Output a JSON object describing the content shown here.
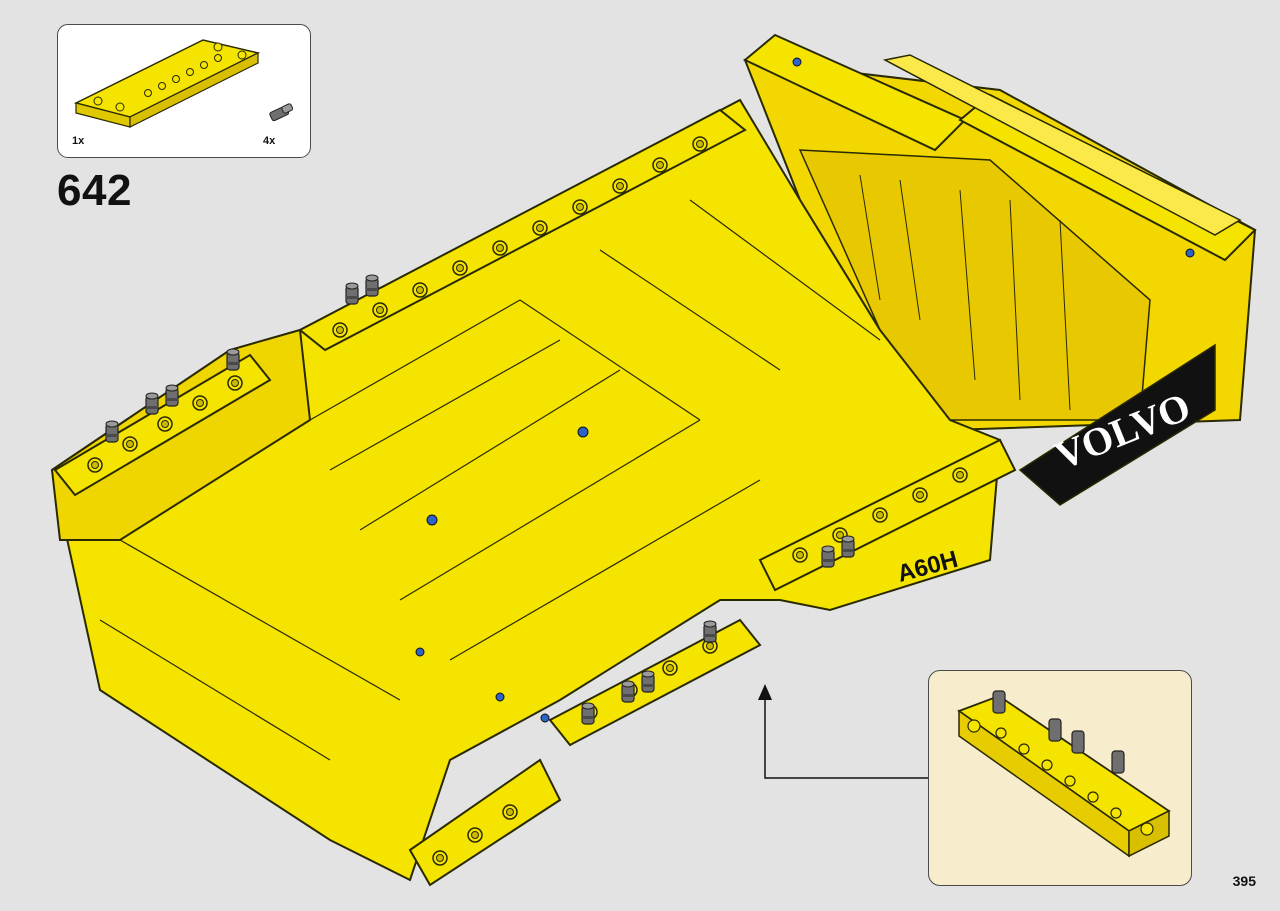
{
  "parts_list": {
    "items": [
      {
        "name": "yellow-beam-panel",
        "quantity": "1x"
      },
      {
        "name": "grey-friction-pin",
        "quantity": "4x"
      }
    ]
  },
  "step": {
    "number": "642"
  },
  "model": {
    "brand_decal": "VOLVO",
    "model_decal": "A60H"
  },
  "page": {
    "number": "395"
  },
  "colors": {
    "background": "#e3e3e3",
    "part_yellow": "#f5e400",
    "outline": "#2a2a00",
    "callout_fill": "#f7eccc",
    "pin_grey": "#6f6f6f"
  }
}
